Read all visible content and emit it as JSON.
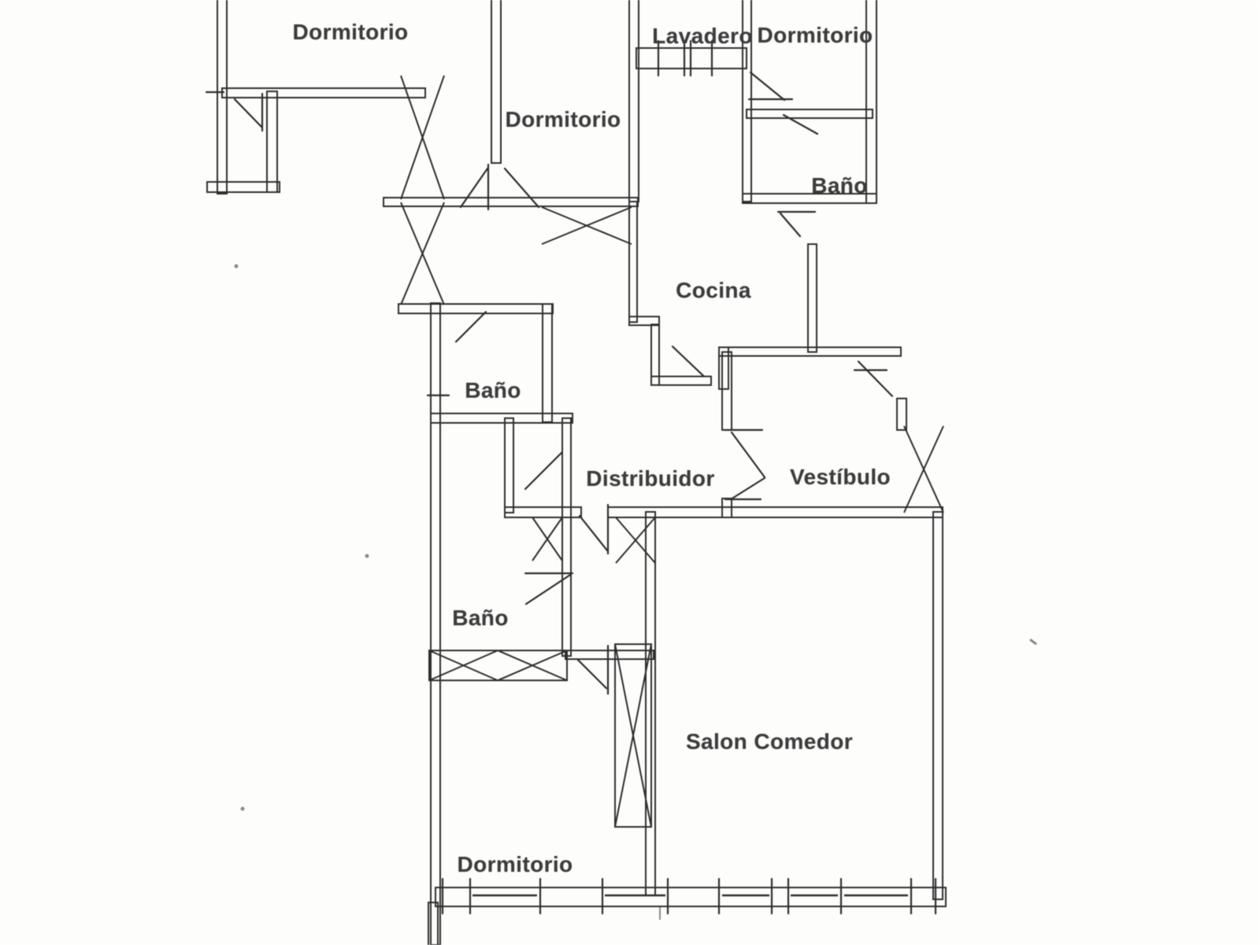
{
  "document": {
    "kind": "scanned floor plan",
    "language": "Spanish"
  },
  "colors": {
    "paper": "#fbfbfa",
    "ink": "#2f2f2f",
    "label": "#3d3d3d",
    "speck": "#8a8a8a"
  },
  "floorplan": {
    "rooms": [
      {
        "id": "dormitorio-top-left",
        "label": "Dormitorio"
      },
      {
        "id": "lavadero",
        "label": "Lavadero"
      },
      {
        "id": "dormitorio-top-right",
        "label": "Dormitorio"
      },
      {
        "id": "dormitorio-middle",
        "label": "Dormitorio"
      },
      {
        "id": "bano-top-right",
        "label": "Baño"
      },
      {
        "id": "cocina",
        "label": "Cocina"
      },
      {
        "id": "bano-upper",
        "label": "Baño"
      },
      {
        "id": "distribuidor",
        "label": "Distribuidor"
      },
      {
        "id": "vestibulo",
        "label": "Vestíbulo"
      },
      {
        "id": "bano-lower",
        "label": "Baño"
      },
      {
        "id": "salon-comedor",
        "label": "Salon Comedor"
      },
      {
        "id": "dormitorio-bottom",
        "label": "Dormitorio"
      }
    ]
  }
}
